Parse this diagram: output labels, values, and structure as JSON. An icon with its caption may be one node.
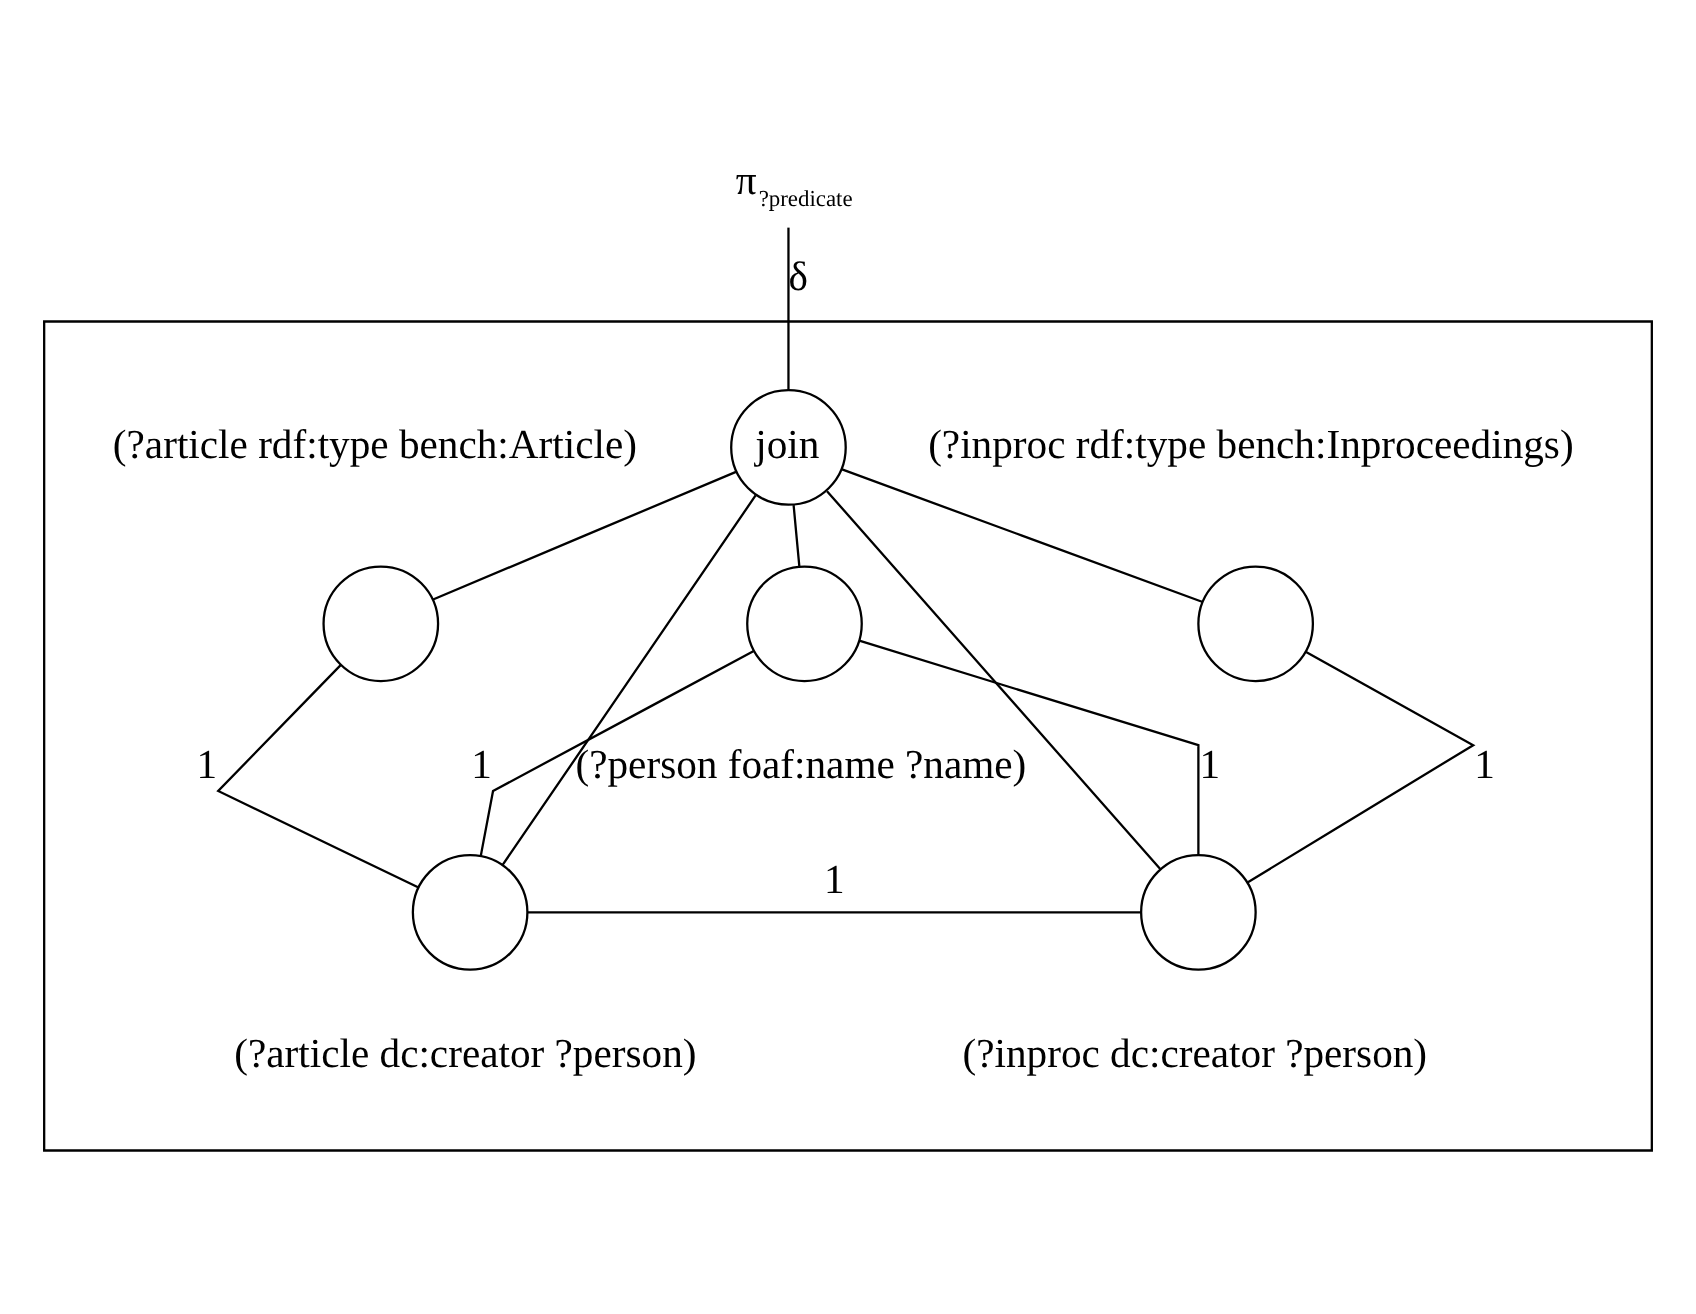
{
  "diagram": {
    "nodes": [
      {
        "text": [
          "π$_{?predicate}$"
        ]
      },
      {
        "text": [],
        "shape": "box"
      },
      {
        "text": [
          "join"
        ],
        "in": 1
      },
      {
        "text": [],
        "shape": "circle",
        "in": 1,
        "beside": [
          "(?article rdf:type bench:Article)"
        ]
      },
      {
        "text": [],
        "shape": "circle",
        "in": 1,
        "beside": [
          "(?person foaf:name ?name)"
        ]
      },
      {
        "text": [],
        "shape": "circle",
        "in": 1,
        "beside": [
          "(?inproc rdf:type bench:Inproceedings)"
        ]
      },
      {
        "text": [],
        "shape": "circle",
        "in": 1,
        "beside": [
          "(?article dc:creator ?person)"
        ]
      },
      {
        "text": [],
        "shape": "circle",
        "in": 1,
        "beside": [
          "(?inproc dc:creator ?person)"
        ]
      }
    ],
    "edges": [
      {
        "from": 0,
        "to": 2,
        "arrow": "none",
        "label": "δ"
      },
      {
        "from": 2,
        "to": 3,
        "arrow": "none"
      },
      {
        "from": 2,
        "to": 4,
        "arrow": "none"
      },
      {
        "from": 2,
        "to": 5,
        "arrow": "none"
      },
      {
        "from": 2,
        "to": 6,
        "arrow": "none"
      },
      {
        "from": 2,
        "to": 7,
        "arrow": "none"
      },
      {
        "from": 3,
        "to": 6,
        "arrow": "none",
        "label": "1"
      },
      {
        "from": 4,
        "to": 6,
        "arrow": "none",
        "label": "1"
      },
      {
        "from": 4,
        "to": 7,
        "arrow": "none",
        "label": "1"
      },
      {
        "from": 5,
        "to": 7,
        "arrow": "none",
        "label": "1"
      },
      {
        "from": 6,
        "to": 7,
        "arrow": "none",
        "label": "1"
      }
    ]
  }
}
